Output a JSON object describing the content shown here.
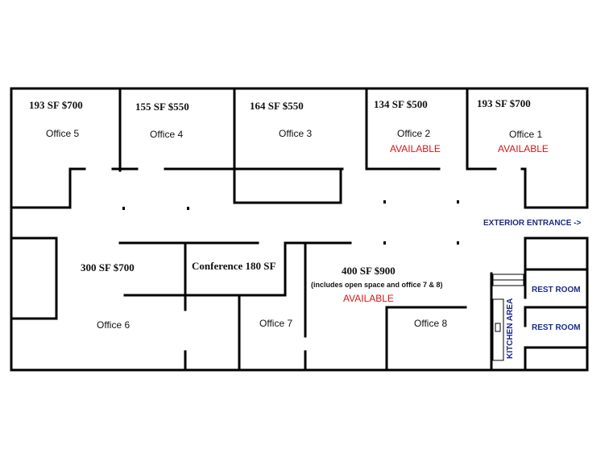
{
  "rooms": {
    "office5": {
      "area_price": "193 SF $700",
      "name": "Office 5"
    },
    "office4": {
      "area_price": "155 SF $550",
      "name": "Office 4"
    },
    "office3": {
      "area_price": "164 SF $550",
      "name": "Office 3"
    },
    "office2": {
      "area_price": "134 SF $500",
      "name": "Office 2",
      "status": "AVAILABLE"
    },
    "office1": {
      "area_price": "193 SF $700",
      "name": "Office 1",
      "status": "AVAILABLE"
    },
    "office6": {
      "area_price": "300 SF $700",
      "name": "Office 6"
    },
    "conference": {
      "label": "Conference 180 SF"
    },
    "office7": {
      "name": "Office 7"
    },
    "office8": {
      "name": "Office 8"
    },
    "open_space": {
      "area_price": "400 SF $900",
      "note": "(includes open space and office 7 & 8)",
      "status": "AVAILABLE"
    },
    "kitchen": {
      "label": "KITCHEN AREA"
    },
    "restroom1": {
      "label": "REST ROOM"
    },
    "restroom2": {
      "label": "REST ROOM"
    }
  },
  "entrance": {
    "label": "EXTERIOR ENTRANCE ->"
  },
  "colors": {
    "available": "#d01818",
    "blue_label": "#1a2a8a",
    "wall": "#000000"
  }
}
